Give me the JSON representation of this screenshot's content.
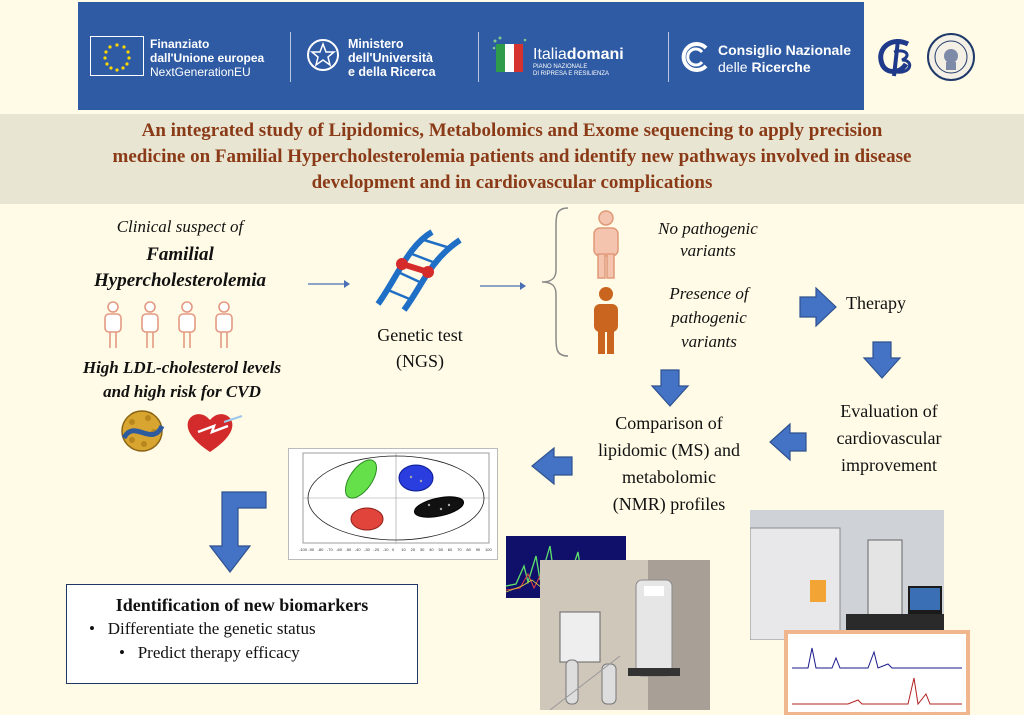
{
  "banner": {
    "eu_line1": "Finanziato",
    "eu_line2": "dall'Unione europea",
    "eu_line3": "NextGenerationEU",
    "mur_line1": "Ministero",
    "mur_line2": "dell'Università",
    "mur_line3": "e della Ricerca",
    "italia_a": "Italia",
    "italia_b": "domani",
    "italia_sub1": "PIANO NAZIONALE",
    "italia_sub2": "DI RIPRESA E RESILIENZA",
    "cnr_line1": "Consiglio Nazionale",
    "cnr_line2a": "delle ",
    "cnr_line2b": "Ricerche",
    "colors": {
      "banner": "#2f5ba4",
      "title": "#8a3a16",
      "arrow": "#4472c4"
    }
  },
  "title": {
    "line1": "An integrated study of Lipidomics, Metabolomics and Exome sequencing to apply precision",
    "line2": "medicine on Familial Hypercholesterolemia patients and identify new pathways involved in disease",
    "line3": "development and in cardiovascular complications"
  },
  "left": {
    "suspect": "Clinical suspect of",
    "fh1": "Familial",
    "fh2": "Hypercholesterolemia",
    "ldl1": "High LDL-cholesterol levels",
    "ldl2": "and high risk for CVD"
  },
  "genetic": {
    "line1": "Genetic test",
    "line2": "(NGS)"
  },
  "outcomes": {
    "no1": "No pathogenic",
    "no2": "variants",
    "yes1": "Presence of",
    "yes2": "pathogenic",
    "yes3": "variants"
  },
  "therapy": "Therapy",
  "evaluation": {
    "line1": "Evaluation of",
    "line2": "cardiovascular",
    "line3": "improvement"
  },
  "comparison": {
    "line1": "Comparison of",
    "line2": "lipidomic (MS) and",
    "line3": "metabolomic",
    "line4": "(NMR) profiles"
  },
  "biomarkers": {
    "title": "Identification of  new biomarkers",
    "items": [
      "Differentiate the genetic status",
      "Predict therapy efficacy"
    ]
  },
  "pca": {
    "x_ticks": [
      "-100",
      "-90",
      "-80",
      "-70",
      "-60",
      "-50",
      "-40",
      "-30",
      "-20",
      "-10",
      "0",
      "10",
      "20",
      "30",
      "40",
      "50",
      "60",
      "70",
      "80",
      "90",
      "100"
    ]
  }
}
